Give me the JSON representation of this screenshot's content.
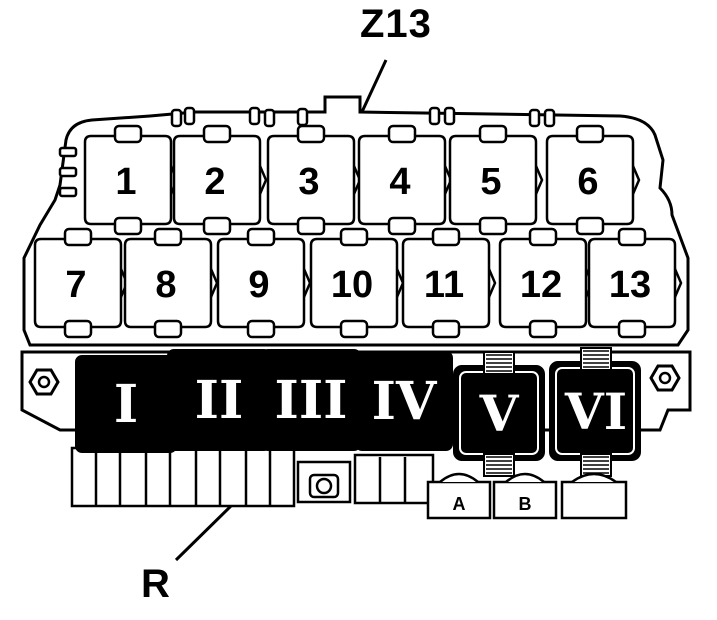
{
  "callouts": {
    "top": "Z13",
    "bottom": "R"
  },
  "fuses_row1": [
    "1",
    "2",
    "3",
    "4",
    "5",
    "6"
  ],
  "fuses_row2": [
    "7",
    "8",
    "9",
    "10",
    "11",
    "12",
    "13"
  ],
  "relays": [
    "I",
    "II",
    "III",
    "IV",
    "V",
    "VI"
  ],
  "connectors": [
    "A",
    "B"
  ],
  "colors": {
    "ink": "#000000",
    "paper": "#ffffff",
    "relay_fill": "#000000"
  }
}
